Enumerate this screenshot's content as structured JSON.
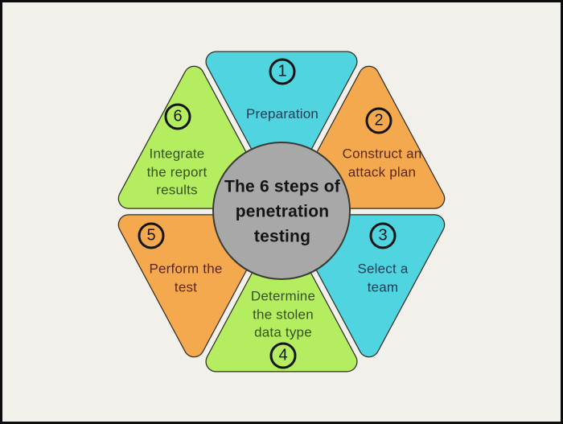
{
  "diagram": {
    "title": "The 6 steps of penetration testing",
    "title_lines": [
      "The 6 steps of",
      "penetration",
      "testing"
    ],
    "steps": [
      {
        "number": "1",
        "label": "Preparation",
        "label_lines": [
          "Preparation"
        ],
        "fill": "#4fd4e0",
        "text_color": "#1d3c52"
      },
      {
        "number": "2",
        "label": "Construct an attack plan",
        "label_lines": [
          "Construct an",
          "attack plan"
        ],
        "fill": "#f5a94f",
        "text_color": "#5a2718"
      },
      {
        "number": "3",
        "label": "Select a team",
        "label_lines": [
          "Select a",
          "team"
        ],
        "fill": "#4fd4e0",
        "text_color": "#1d3c52"
      },
      {
        "number": "4",
        "label": "Determine the stolen data type",
        "label_lines": [
          "Determine",
          "the stolen",
          "data type"
        ],
        "fill": "#b4ee60",
        "text_color": "#35521d"
      },
      {
        "number": "5",
        "label": "Perform the test",
        "label_lines": [
          "Perform the",
          "test"
        ],
        "fill": "#f5a94f",
        "text_color": "#5a2718"
      },
      {
        "number": "6",
        "label": "Integrate the report results",
        "label_lines": [
          "Integrate",
          "the report",
          "results"
        ],
        "fill": "#b4ee60",
        "text_color": "#35521d"
      }
    ],
    "colors": {
      "page_bg": "#f1f0ea",
      "page_border": "#0d0d0d",
      "shape_outline": "#2f2d24",
      "circle_fill": "#a8a8a8",
      "circle_stroke": "#3a3a33",
      "ink": "#141414"
    }
  }
}
